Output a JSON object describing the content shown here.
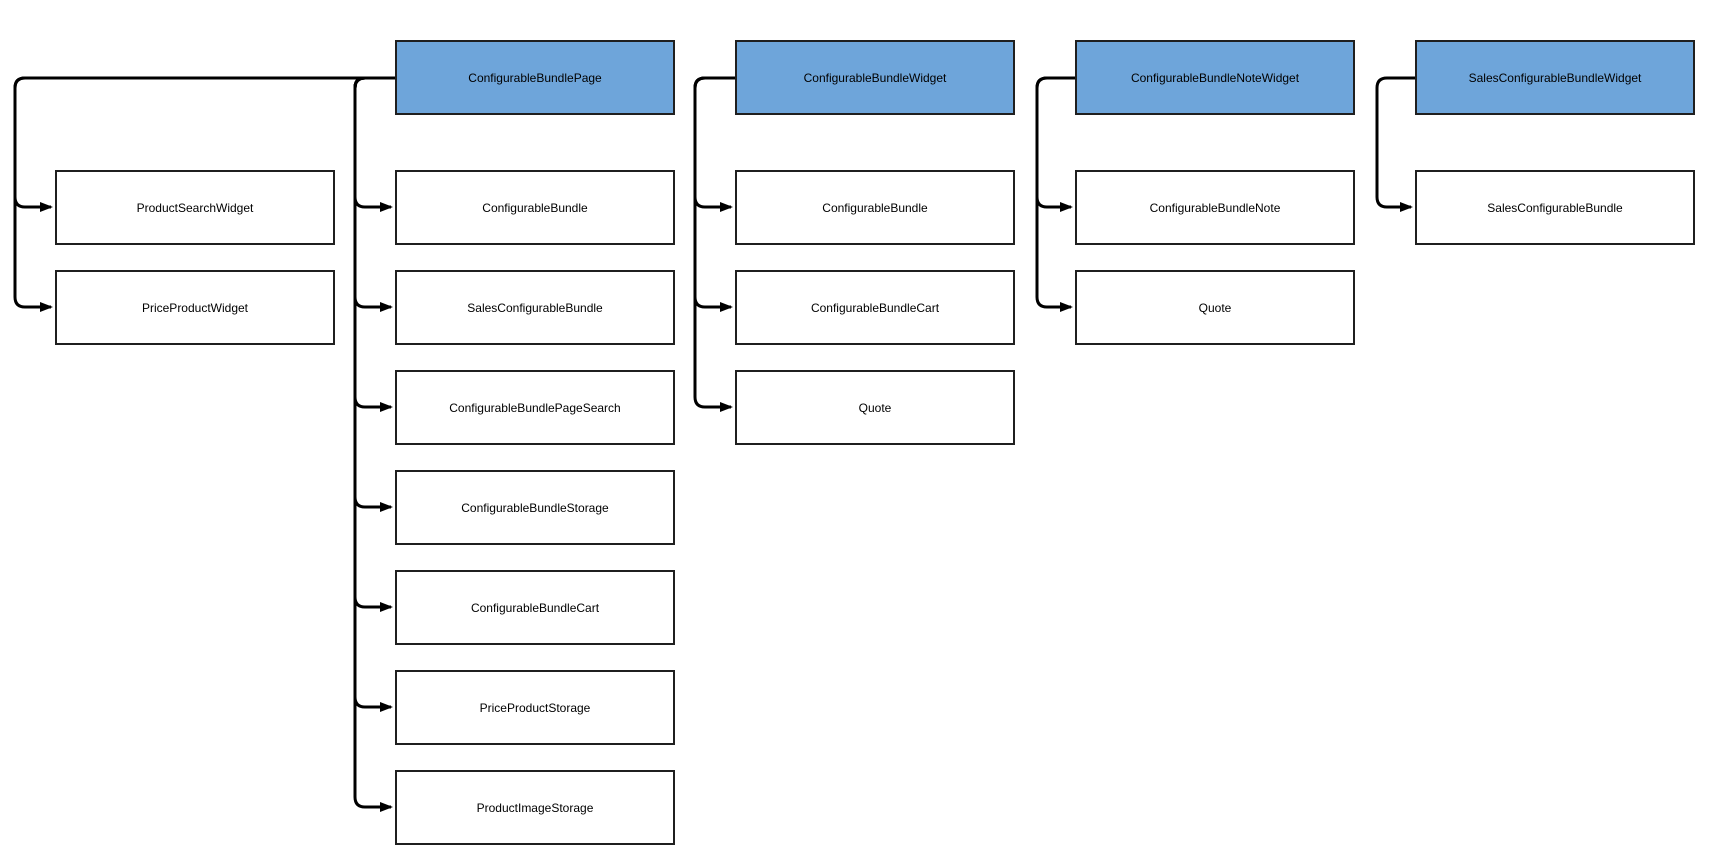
{
  "diagram": {
    "type": "module-dependency-diagram",
    "colors": {
      "header_fill": "#6EA5DA",
      "box_fill": "#ffffff",
      "box_border": "#1f1f1f",
      "connector": "#000000",
      "text": "#000000"
    },
    "groups": [
      {
        "header": "ConfigurableBundlePage",
        "left_children": [
          "ProductSearchWidget",
          "PriceProductWidget"
        ],
        "children": [
          "ConfigurableBundle",
          "SalesConfigurableBundle",
          "ConfigurableBundlePageSearch",
          "ConfigurableBundleStorage",
          "ConfigurableBundleCart",
          "PriceProductStorage",
          "ProductImageStorage"
        ]
      },
      {
        "header": "ConfigurableBundleWidget",
        "children": [
          "ConfigurableBundle",
          "ConfigurableBundleCart",
          "Quote"
        ]
      },
      {
        "header": "ConfigurableBundleNoteWidget",
        "children": [
          "ConfigurableBundleNote",
          "Quote"
        ]
      },
      {
        "header": "SalesConfigurableBundleWidget",
        "children": [
          "SalesConfigurableBundle"
        ]
      }
    ],
    "edges": [
      {
        "from": "ConfigurableBundlePage",
        "to": "ProductSearchWidget"
      },
      {
        "from": "ConfigurableBundlePage",
        "to": "PriceProductWidget"
      },
      {
        "from": "ConfigurableBundlePage",
        "to": "ConfigurableBundle"
      },
      {
        "from": "ConfigurableBundlePage",
        "to": "SalesConfigurableBundle"
      },
      {
        "from": "ConfigurableBundlePage",
        "to": "ConfigurableBundlePageSearch"
      },
      {
        "from": "ConfigurableBundlePage",
        "to": "ConfigurableBundleStorage"
      },
      {
        "from": "ConfigurableBundlePage",
        "to": "ConfigurableBundleCart"
      },
      {
        "from": "ConfigurableBundlePage",
        "to": "PriceProductStorage"
      },
      {
        "from": "ConfigurableBundlePage",
        "to": "ProductImageStorage"
      },
      {
        "from": "ConfigurableBundleWidget",
        "to": "ConfigurableBundle"
      },
      {
        "from": "ConfigurableBundleWidget",
        "to": "ConfigurableBundleCart"
      },
      {
        "from": "ConfigurableBundleWidget",
        "to": "Quote"
      },
      {
        "from": "ConfigurableBundleNoteWidget",
        "to": "ConfigurableBundleNote"
      },
      {
        "from": "ConfigurableBundleNoteWidget",
        "to": "Quote"
      },
      {
        "from": "SalesConfigurableBundleWidget",
        "to": "SalesConfigurableBundle"
      }
    ]
  }
}
